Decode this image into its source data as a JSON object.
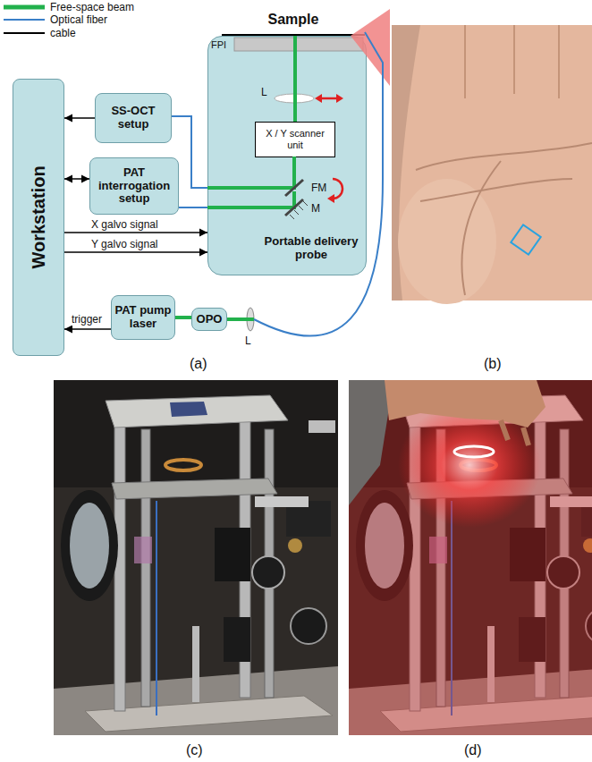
{
  "diagram": {
    "nodes": [
      {
        "text": [
          "Workstation"
        ]
      },
      {
        "text": [
          "SS-OCT setup"
        ]
      },
      {
        "text": [
          "Portable delivery probe"
        ]
      },
      {
        "text": [
          "Sample"
        ]
      },
      {
        "text": [
          "X / Y scanner unit"
        ],
        "in": 2
      },
      {
        "text": [
          "PAT interrogation setup"
        ]
      },
      {
        "text": [
          "PAT pump laser"
        ]
      },
      {
        "text": [
          "OPO"
        ]
      }
    ],
    "edges": [
      {
        "from": 1,
        "to": 0,
        "arrow": "to"
      },
      {
        "from": 5,
        "to": 0,
        "arrow": "both"
      },
      {
        "from": 0,
        "to": 2,
        "label": "X galvo signal",
        "arrow": "to"
      },
      {
        "from": 0,
        "to": 2,
        "label": "Y galvo signal",
        "arrow": "to"
      },
      {
        "from": 6,
        "to": 0,
        "label": "trigger",
        "arrow": "to"
      },
      {
        "from": 1,
        "to": 2,
        "arrow": "none"
      },
      {
        "from": 5,
        "to": 2,
        "arrow": "none"
      },
      {
        "from": 6,
        "to": 7,
        "arrow": "none"
      },
      {
        "from": 7,
        "to": 3,
        "arrow": "none"
      },
      {
        "from": 4,
        "to": 3,
        "arrow": "none"
      }
    ],
    "labels": [
      "FPI",
      "L",
      "FM",
      "M",
      "L",
      "(a)",
      "(b)",
      "(c)",
      "(d)"
    ],
    "legend": [
      {
        "text": "Free-space beam"
      },
      {
        "text": "Optical fiber"
      },
      {
        "text": "cable"
      }
    ]
  }
}
